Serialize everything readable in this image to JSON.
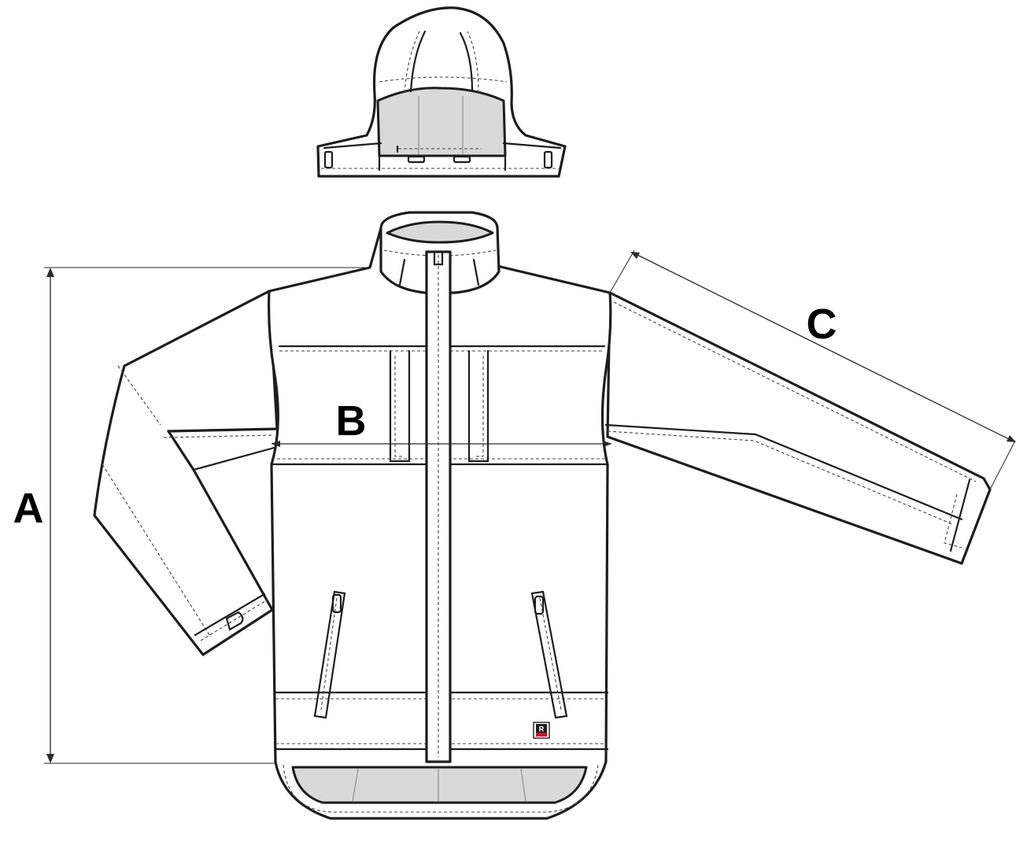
{
  "diagram": {
    "dimension_labels": {
      "a": "A",
      "b": "B",
      "c": "C"
    },
    "logo_badge": "R",
    "colors": {
      "line": "#1d1d1d",
      "lining": "#d9d9d9",
      "badge": "#c8102e"
    }
  }
}
